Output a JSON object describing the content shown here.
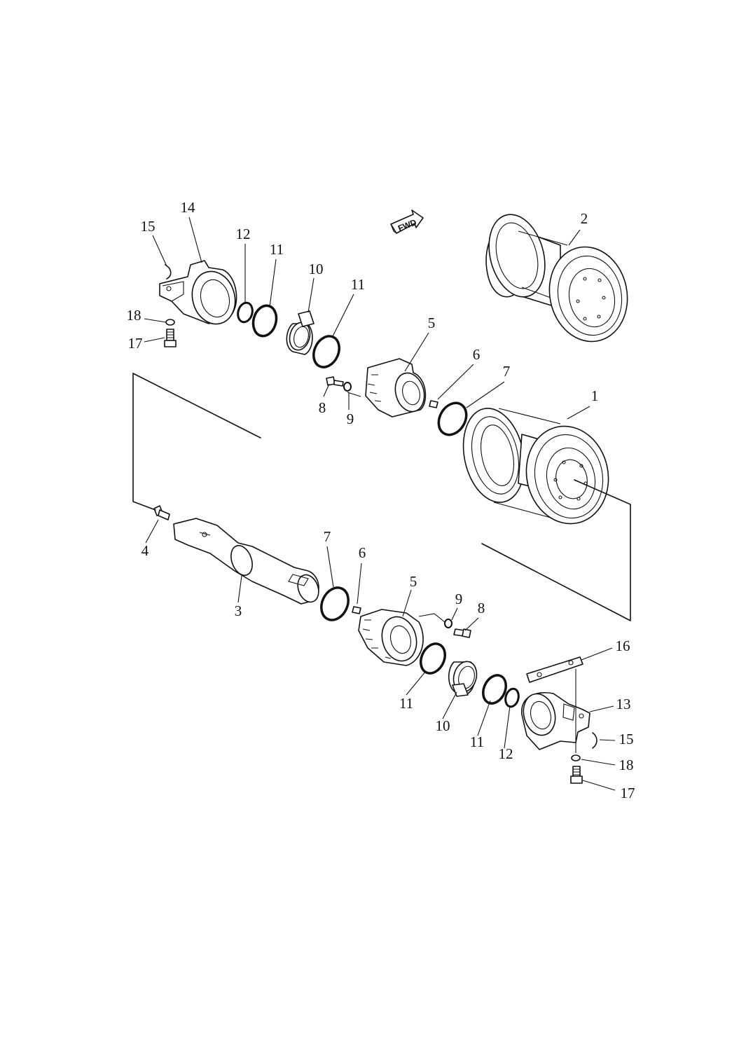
{
  "fwd_label": "FWD",
  "callouts": [
    {
      "id": "c14a",
      "text": "14"
    },
    {
      "id": "c15a",
      "text": "15"
    },
    {
      "id": "c12a",
      "text": "12"
    },
    {
      "id": "c11a",
      "text": "11"
    },
    {
      "id": "c10a",
      "text": "10"
    },
    {
      "id": "c11b",
      "text": "11"
    },
    {
      "id": "c2",
      "text": "2"
    },
    {
      "id": "c18a",
      "text": "18"
    },
    {
      "id": "c17a",
      "text": "17"
    },
    {
      "id": "c5a",
      "text": "5"
    },
    {
      "id": "c6a",
      "text": "6"
    },
    {
      "id": "c7a",
      "text": "7"
    },
    {
      "id": "c1",
      "text": "1"
    },
    {
      "id": "c8a",
      "text": "8"
    },
    {
      "id": "c9a",
      "text": "9"
    },
    {
      "id": "c4",
      "text": "4"
    },
    {
      "id": "c3",
      "text": "3"
    },
    {
      "id": "c7b",
      "text": "7"
    },
    {
      "id": "c6b",
      "text": "6"
    },
    {
      "id": "c5b",
      "text": "5"
    },
    {
      "id": "c9b",
      "text": "9"
    },
    {
      "id": "c8b",
      "text": "8"
    },
    {
      "id": "c16",
      "text": "16"
    },
    {
      "id": "c13",
      "text": "13"
    },
    {
      "id": "c11c",
      "text": "11"
    },
    {
      "id": "c10b",
      "text": "10"
    },
    {
      "id": "c11d",
      "text": "11"
    },
    {
      "id": "c12b",
      "text": "12"
    },
    {
      "id": "c15b",
      "text": "15"
    },
    {
      "id": "c18b",
      "text": "18"
    },
    {
      "id": "c17b",
      "text": "17"
    }
  ]
}
